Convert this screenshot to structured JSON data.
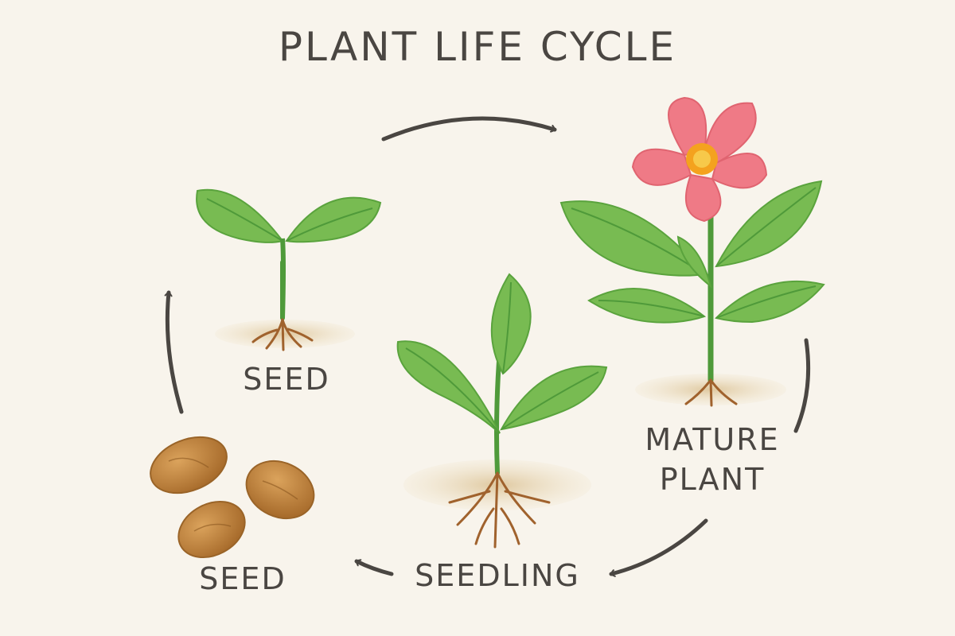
{
  "title": "PLANT LIFE CYCLE",
  "stages": {
    "seed_top": "SEED",
    "seed_bottom": "SEED",
    "seedling": "SEEDLING",
    "mature_line1": "MATURE",
    "mature_line2": "PLANT"
  },
  "colors": {
    "background": "#f8f4ec",
    "text": "#4a4642",
    "arrow": "#4a4642",
    "leaf": "#6fb54a",
    "stem": "#4f9a3a",
    "petal": "#ef7a86",
    "flower_center": "#f4a21e",
    "soil": "#e6d2ac",
    "root": "#a0622d",
    "seed": "#c28a42"
  },
  "icons": [
    "arrow-icon",
    "sprout-icon",
    "young-plant-icon",
    "flowering-plant-icon",
    "seeds-icon"
  ]
}
